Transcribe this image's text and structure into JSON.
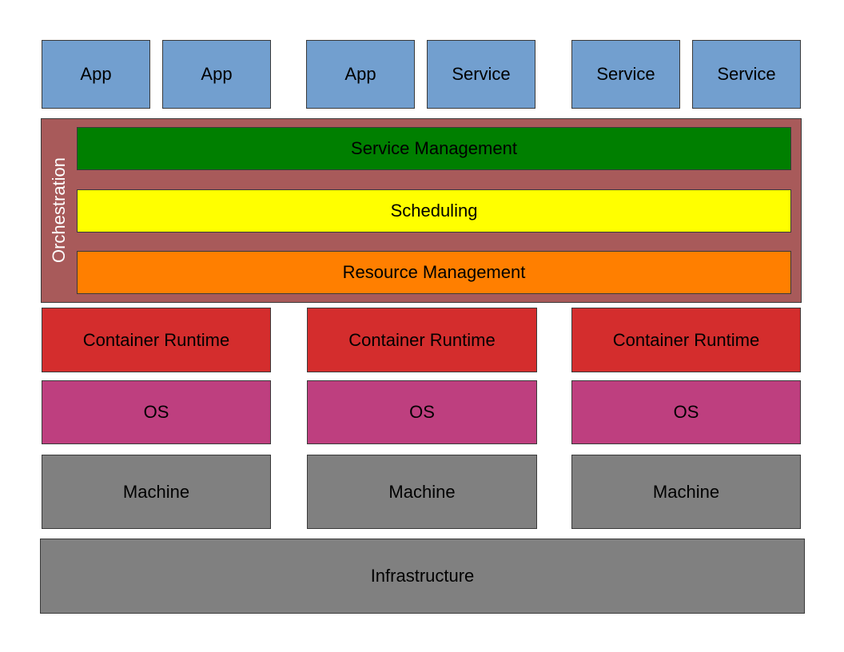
{
  "workloads": [
    "App",
    "App",
    "App",
    "Service",
    "Service",
    "Service"
  ],
  "orchestration": {
    "label": "Orchestration",
    "layers": [
      "Service Management",
      "Scheduling",
      "Resource Management"
    ]
  },
  "nodes": [
    {
      "runtime": "Container Runtime",
      "os": "OS",
      "machine": "Machine"
    },
    {
      "runtime": "Container Runtime",
      "os": "OS",
      "machine": "Machine"
    },
    {
      "runtime": "Container Runtime",
      "os": "OS",
      "machine": "Machine"
    }
  ],
  "infrastructure": "Infrastructure",
  "colors": {
    "workload": "#729fcf",
    "orchestration": "#a85a5a",
    "service_management": "#007f00",
    "scheduling": "#ffff00",
    "resource_management": "#ff7f00",
    "container_runtime": "#d42d2d",
    "os": "#be3f7f",
    "machine": "#808080",
    "infrastructure": "#808080"
  }
}
